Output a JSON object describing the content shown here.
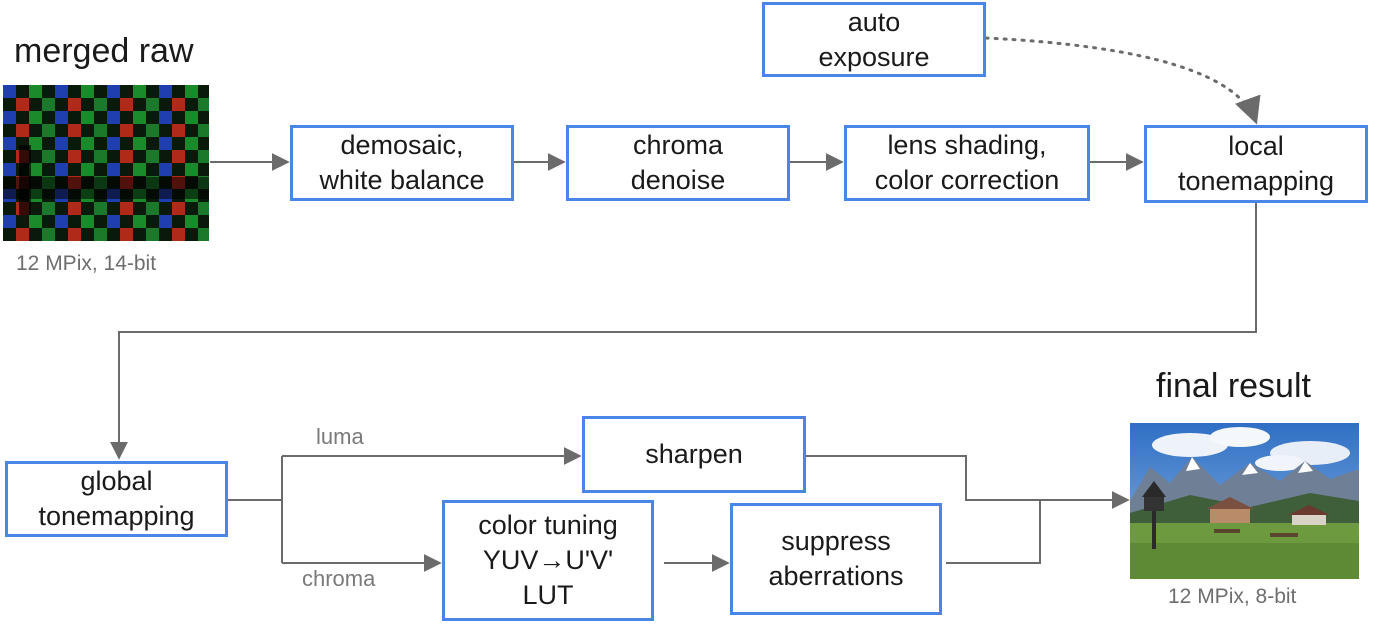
{
  "input": {
    "title": "merged raw",
    "caption": "12 MPix, 14-bit"
  },
  "output": {
    "title": "final result",
    "caption": "12 MPix, 8-bit"
  },
  "nodes": {
    "auto_exposure": [
      "auto",
      "exposure"
    ],
    "demosaic": [
      "demosaic,",
      "white balance"
    ],
    "chroma_denoise": [
      "chroma",
      "denoise"
    ],
    "lens_shading": [
      "lens shading,",
      "color correction"
    ],
    "local_tonemapping": [
      "local",
      "tonemapping"
    ],
    "global_tonemapping": [
      "global",
      "tonemapping"
    ],
    "sharpen": [
      "sharpen"
    ],
    "color_tuning": [
      "color tuning",
      "YUV→U'V'",
      "LUT"
    ],
    "suppress_aberrations": [
      "suppress",
      "aberrations"
    ]
  },
  "edge_labels": {
    "luma": "luma",
    "chroma": "chroma"
  },
  "colors": {
    "box_border": "#4a86e8",
    "wire": "#6b6b6b"
  }
}
